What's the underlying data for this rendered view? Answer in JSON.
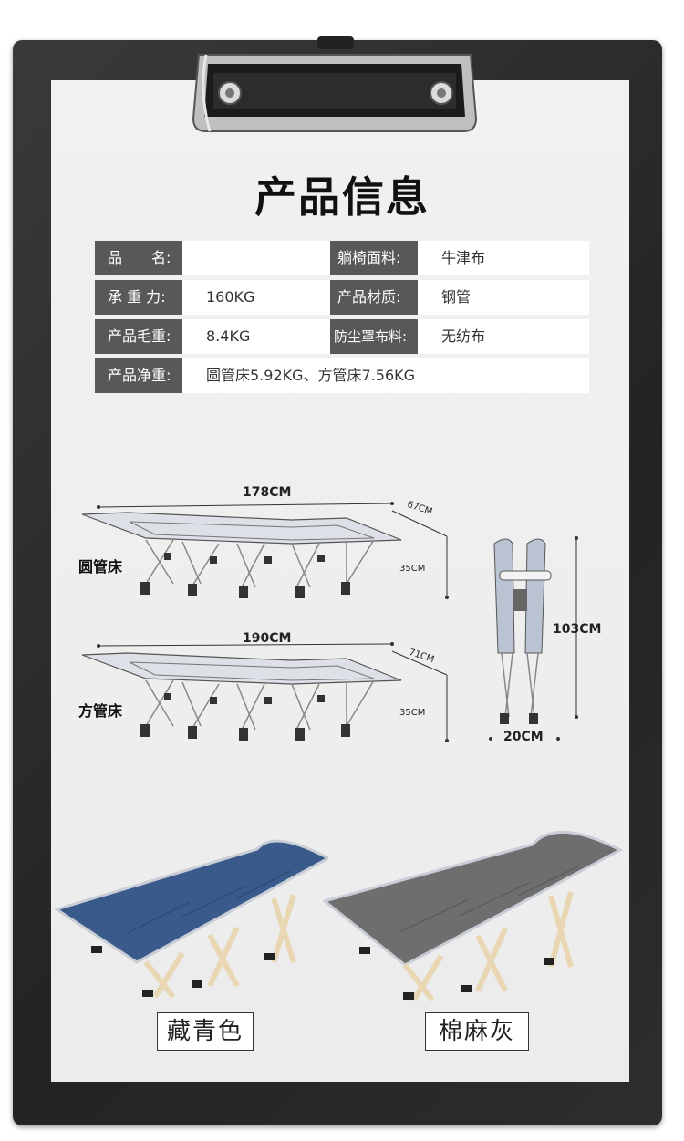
{
  "header": {
    "title": "产品信息"
  },
  "specs": [
    {
      "label": "品　　名:",
      "value": "",
      "label2": "躺椅面料:",
      "value2": "牛津布"
    },
    {
      "label": "承 重 力:",
      "value": "160KG",
      "label2": "产品材质:",
      "value2": "钢管"
    },
    {
      "label": "产品毛重:",
      "value": "8.4KG",
      "label2": "防尘罩布料:",
      "value2": "无纺布"
    },
    {
      "label": "产品净重:",
      "value": "圆管床5.92KG、方管床7.56KG"
    }
  ],
  "diagrams": {
    "round": {
      "name": "圆管床",
      "length": "178CM",
      "width": "67CM",
      "height": "35CM"
    },
    "square": {
      "name": "方管床",
      "length": "190CM",
      "width": "71CM",
      "height": "35CM"
    },
    "folded": {
      "height": "103CM",
      "width": "20CM"
    }
  },
  "colors": [
    {
      "name": "藏青色",
      "fabric": "#3a5a8c"
    },
    {
      "name": "棉麻灰",
      "fabric": "#6e6e6e"
    }
  ]
}
